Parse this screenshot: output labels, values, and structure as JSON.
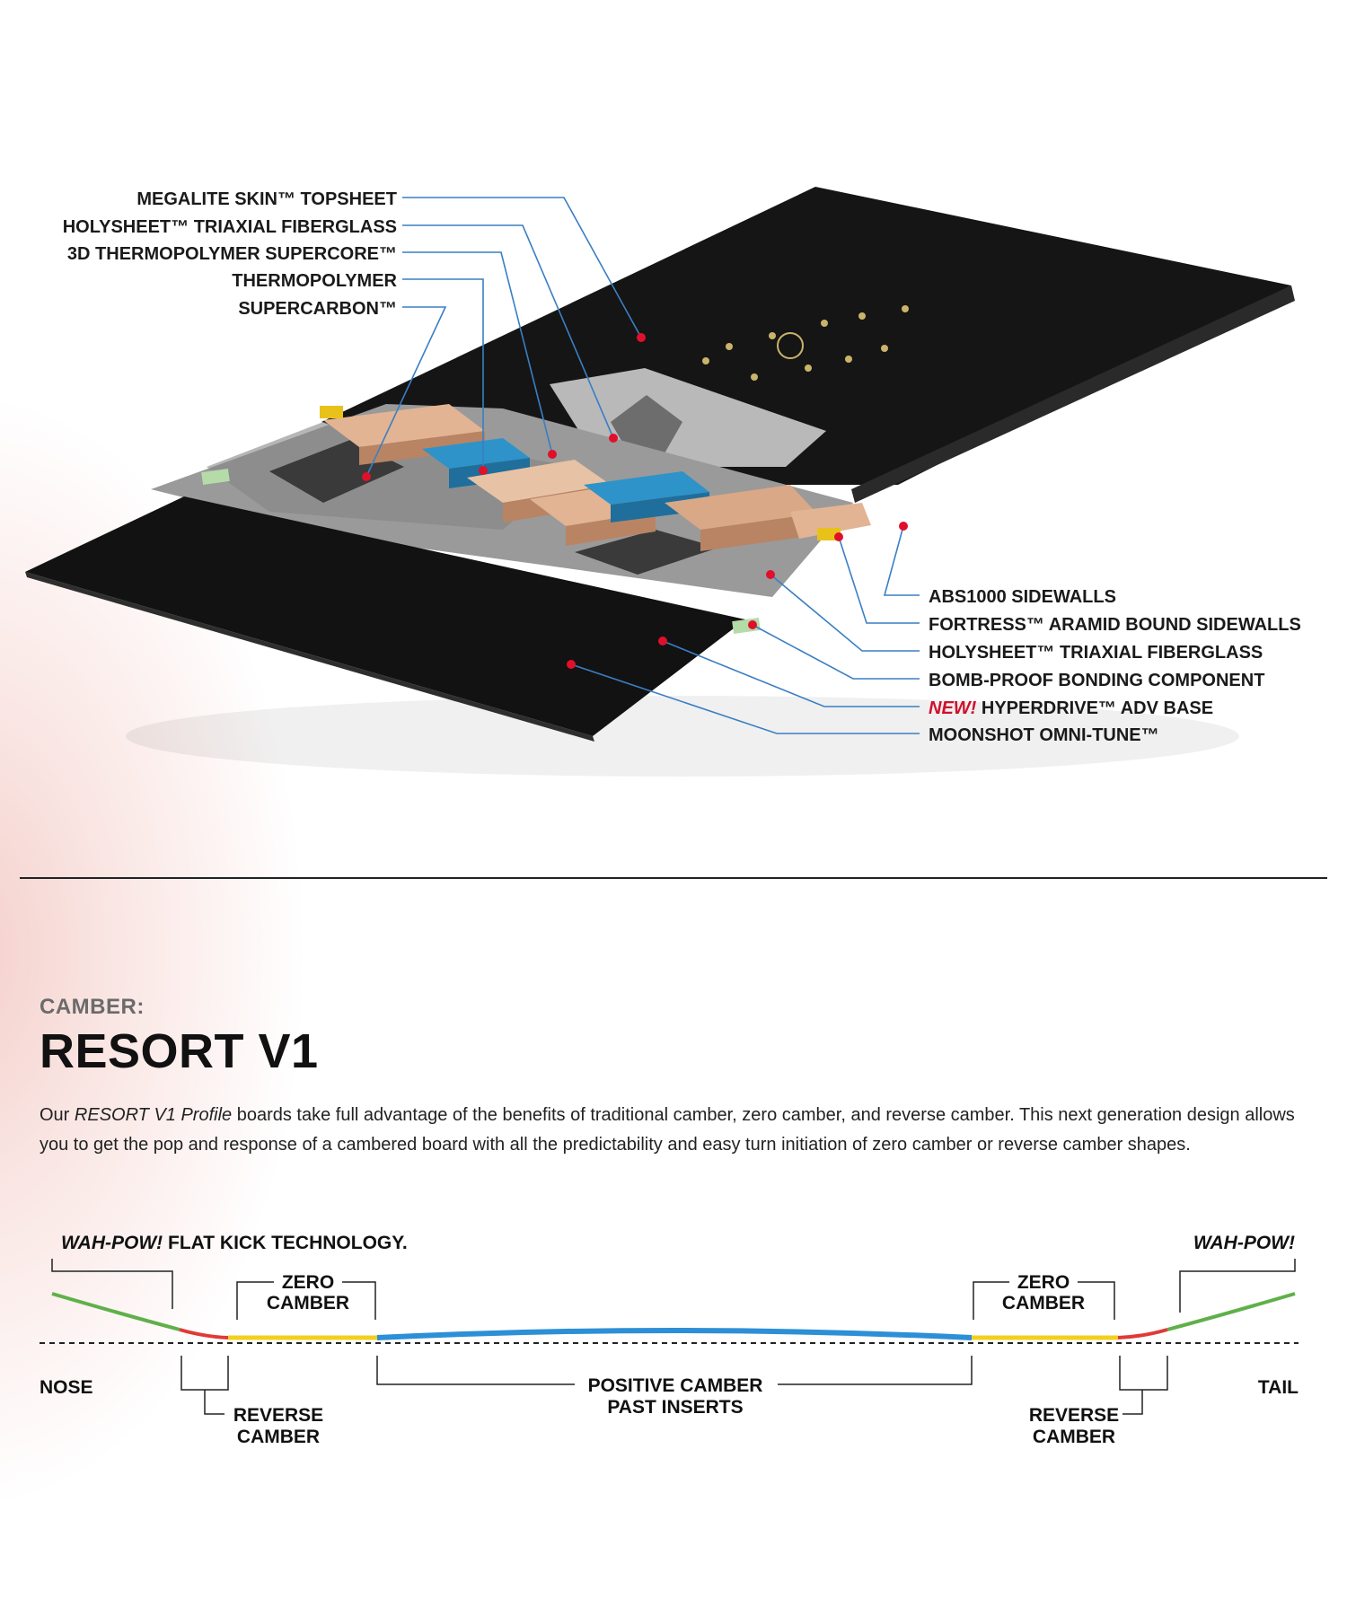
{
  "construction": {
    "callouts_left": [
      "MEGALITE SKIN™ TOPSHEET",
      "HOLYSHEET™ TRIAXIAL FIBERGLASS",
      "3D THERMOPOLYMER SUPERCORE™",
      "THERMOPOLYMER",
      "SUPERCARBON™"
    ],
    "callouts_right": [
      {
        "new": "",
        "text": "ABS1000 SIDEWALLS"
      },
      {
        "new": "",
        "text": "FORTRESS™ ARAMID BOUND SIDEWALLS"
      },
      {
        "new": "",
        "text": "HOLYSHEET™ TRIAXIAL FIBERGLASS"
      },
      {
        "new": "",
        "text": "BOMB-PROOF BONDING COMPONENT"
      },
      {
        "new": "NEW!",
        "text": " HYPERDRIVE™ ADV BASE"
      },
      {
        "new": "",
        "text": "MOONSHOT OMNI-TUNE™"
      }
    ],
    "colors": {
      "leader_line": "#3a7fc4",
      "dot": "#e0102b",
      "core_wood": "#d7a98a",
      "core_thermopolymer": "#2e93c9",
      "topsheet": "#111111"
    }
  },
  "camber": {
    "kicker": "CAMBER:",
    "title": "RESORT V1",
    "description_prefix": "Our ",
    "description_em": "RESORT V1 Profile",
    "description_rest": " boards take full advantage of the benefits of traditional camber, zero camber, and reverse camber. This next generation design allows you to get the pop and response of a cambered board with all the predictability and easy turn initiation of zero camber or reverse camber shapes.",
    "diagram": {
      "wah_pow_left": "WAH-POW!",
      "flat_kick": " FLAT KICK TECHNOLOGY.",
      "wah_pow_right": "WAH-POW!",
      "zero_camber_1": "ZERO",
      "zero_camber_2": "CAMBER",
      "nose": "NOSE",
      "tail": "TAIL",
      "reverse_camber_1": "REVERSE",
      "reverse_camber_2": "CAMBER",
      "positive_camber_1": "POSITIVE CAMBER",
      "positive_camber_2": "PAST INSERTS",
      "colors": {
        "kick": "#5fb04a",
        "reverse": "#e03a36",
        "zero": "#f3cf1d",
        "positive": "#2d8fd6"
      }
    }
  }
}
